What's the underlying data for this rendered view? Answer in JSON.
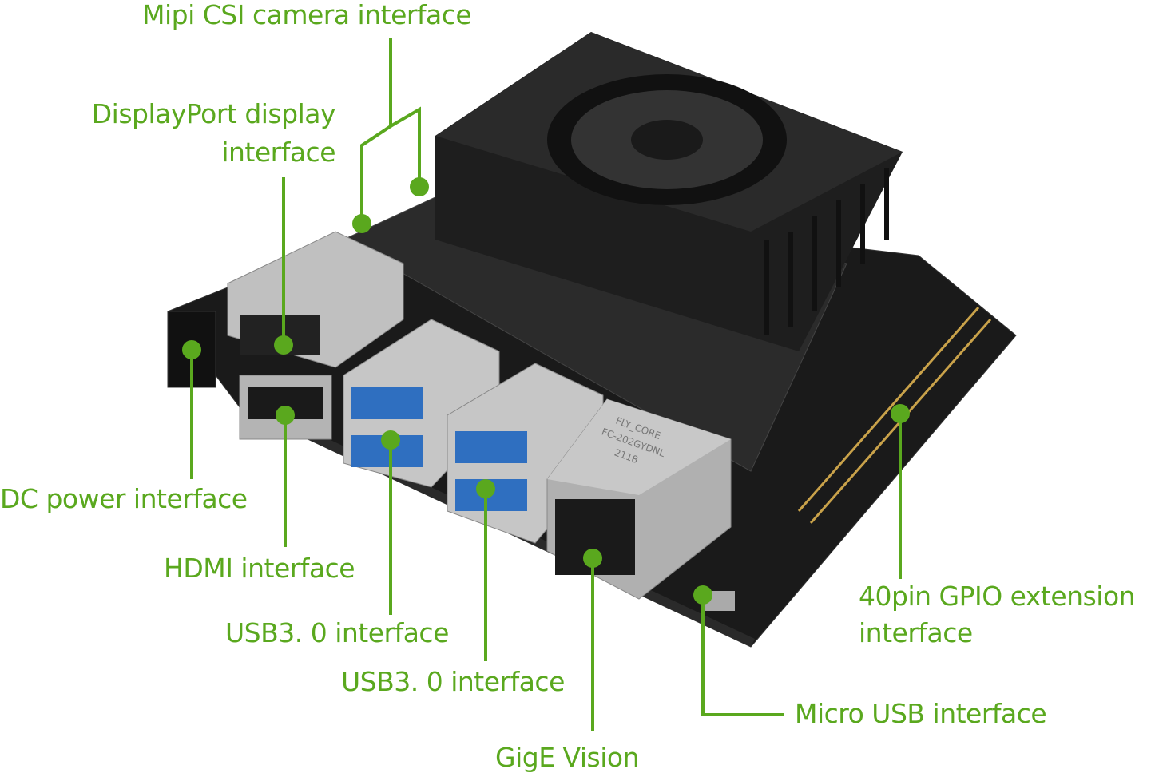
{
  "colors": {
    "accent": "#5aa81e",
    "board": "#1c1c1c",
    "heatsink": "#202020",
    "metal": "#b8b8b8",
    "usb_blue": "#2f6fc0"
  },
  "labels": {
    "mipi_csi": "Mipi CSI camera interface",
    "displayport_line1": "DisplayPort display",
    "displayport_line2": "interface",
    "dc_power": "DC power interface",
    "hdmi": "HDMI interface",
    "usb3_a": "USB3. 0 interface",
    "usb3_b": "USB3. 0 interface",
    "gige": "GigE Vision",
    "gpio_line1": "40pin GPIO extension",
    "gpio_line2": "interface",
    "micro_usb": "Micro USB interface"
  },
  "board_markings": {
    "ethernet_jack": [
      "FLY_CORE",
      "FC-202GYDNL",
      "2118"
    ]
  }
}
